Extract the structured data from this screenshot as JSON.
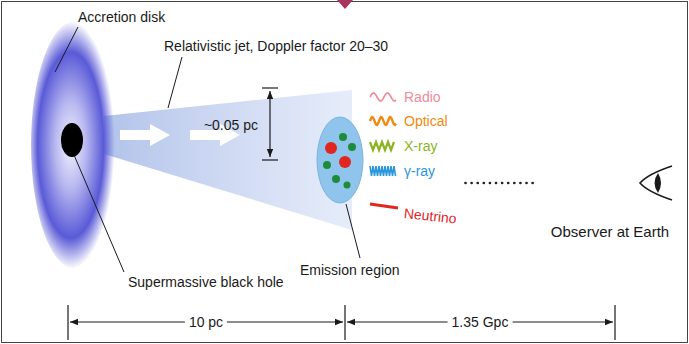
{
  "diagram": {
    "nodes": [
      {
        "text": [
          "Emission region"
        ]
      },
      {
        "text": [
          "Observer at Earth"
        ]
      }
    ],
    "edges": [
      {
        "from": 0,
        "to": 1,
        "arrow": "none"
      }
    ],
    "labels": [
      "Accretion disk",
      "Relativistic jet, Doppler factor 20–30",
      "~0.05 pc",
      "Radio",
      "Optical",
      "X-ray",
      "γ-ray",
      "Neutrino",
      "Supermassive black hole",
      "10 pc",
      "1.35 Gpc"
    ]
  }
}
